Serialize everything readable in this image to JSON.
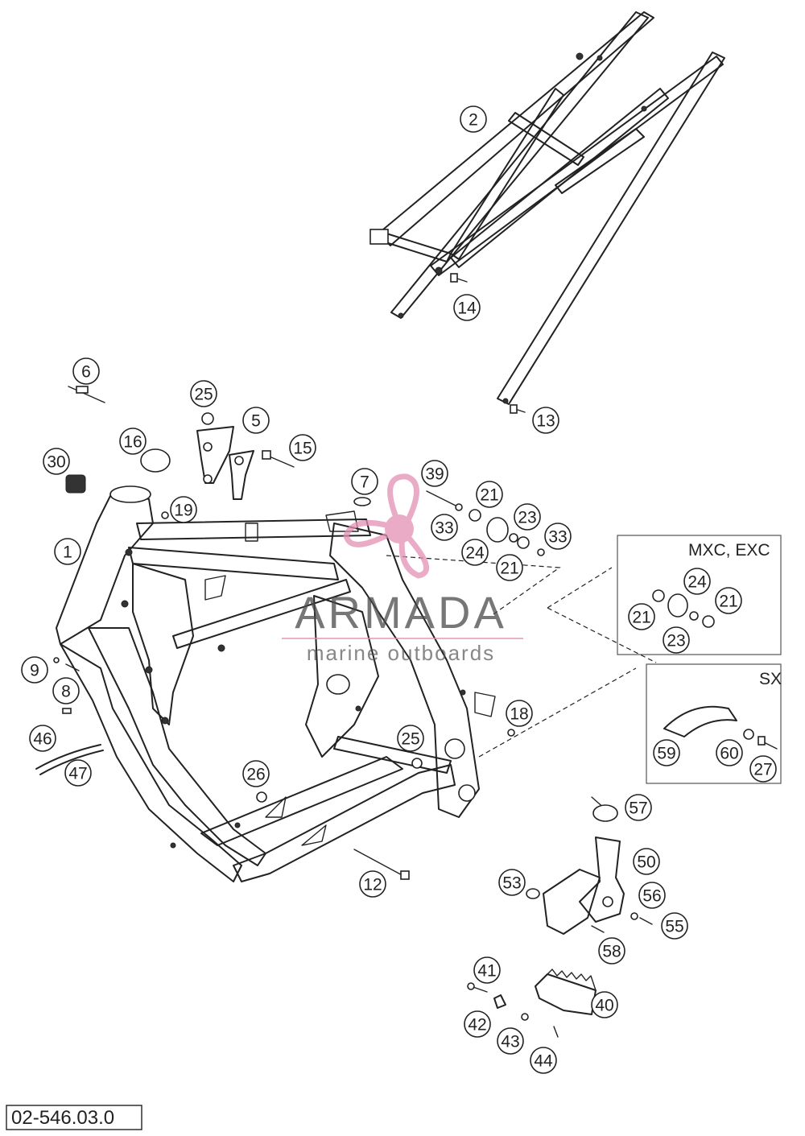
{
  "variants": {
    "mxc_exc": "MXC, EXC",
    "sx": "SX"
  },
  "document_code": "02-546.03.0",
  "watermark": {
    "brand": "ARMADA",
    "tagline": "marine outboards",
    "accent_color": "#e38fb3",
    "text_color": "#4a4a4a"
  },
  "callouts": [
    {
      "label": "2"
    },
    {
      "label": "14"
    },
    {
      "label": "13"
    },
    {
      "label": "6"
    },
    {
      "label": "25"
    },
    {
      "label": "5"
    },
    {
      "label": "16"
    },
    {
      "label": "15"
    },
    {
      "label": "30"
    },
    {
      "label": "19"
    },
    {
      "label": "7"
    },
    {
      "label": "39"
    },
    {
      "label": "21"
    },
    {
      "label": "23"
    },
    {
      "label": "33"
    },
    {
      "label": "33"
    },
    {
      "label": "24"
    },
    {
      "label": "21"
    },
    {
      "label": "1"
    },
    {
      "label": "24"
    },
    {
      "label": "21"
    },
    {
      "label": "21"
    },
    {
      "label": "23"
    },
    {
      "label": "9"
    },
    {
      "label": "8"
    },
    {
      "label": "18"
    },
    {
      "label": "46"
    },
    {
      "label": "47"
    },
    {
      "label": "25"
    },
    {
      "label": "59"
    },
    {
      "label": "60"
    },
    {
      "label": "27"
    },
    {
      "label": "26"
    },
    {
      "label": "57"
    },
    {
      "label": "50"
    },
    {
      "label": "12"
    },
    {
      "label": "53"
    },
    {
      "label": "56"
    },
    {
      "label": "55"
    },
    {
      "label": "58"
    },
    {
      "label": "41"
    },
    {
      "label": "40"
    },
    {
      "label": "42"
    },
    {
      "label": "43"
    },
    {
      "label": "44"
    }
  ]
}
